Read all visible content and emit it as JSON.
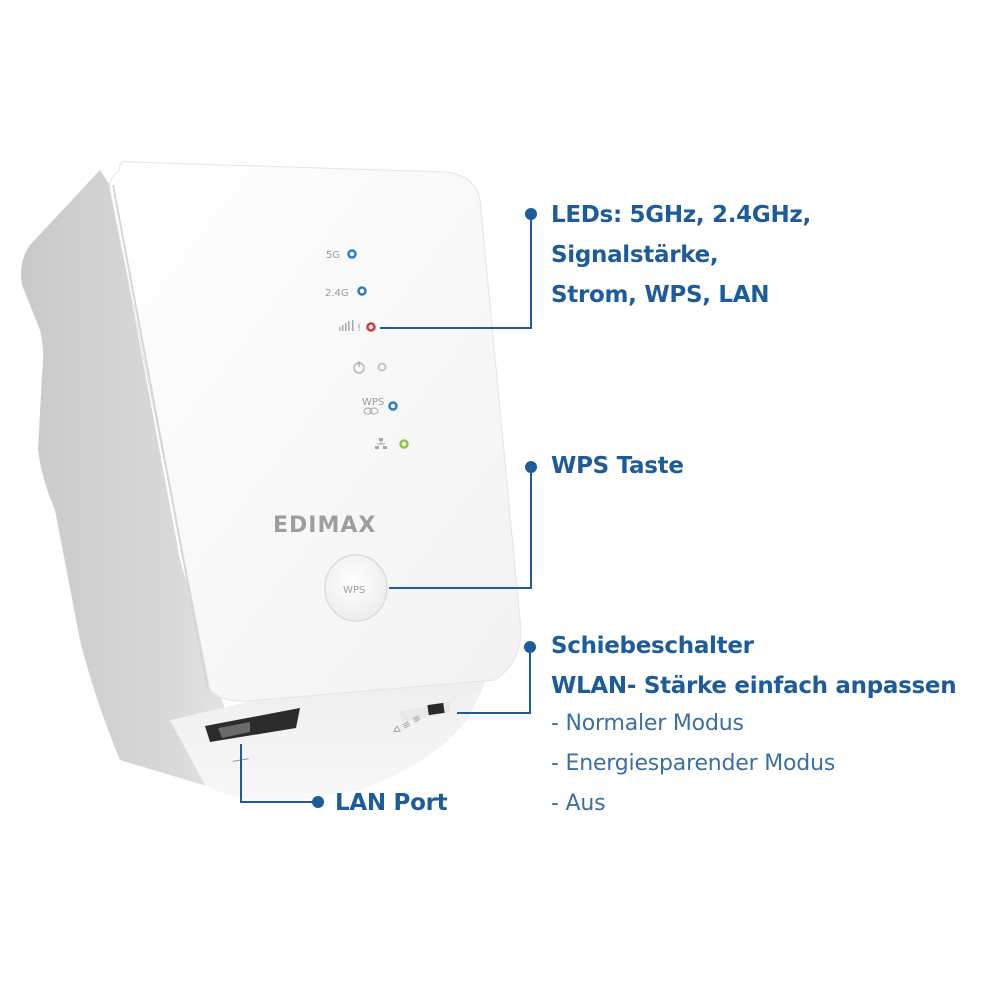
{
  "device": {
    "brand": "EDIMAX",
    "wps_button_label": "WPS",
    "leds": [
      {
        "id": "5g",
        "label": "5G",
        "icon": "text",
        "color": "#2f7cc0"
      },
      {
        "id": "2.4g",
        "label": "2.4G",
        "icon": "text",
        "color": "#2f7cc0"
      },
      {
        "id": "signal",
        "label": "",
        "icon": "signal-strength-icon",
        "color": "#d23a3a"
      },
      {
        "id": "power",
        "label": "",
        "icon": "power-icon",
        "color": "#c8c8c8"
      },
      {
        "id": "wps",
        "label": "WPS",
        "icon": "link-icon",
        "color": "#2f7cc0"
      },
      {
        "id": "lan",
        "label": "",
        "icon": "network-icon",
        "color": "#8cc63f"
      }
    ]
  },
  "callouts": {
    "leds": {
      "lines": [
        "LEDs: 5GHz, 2.4GHz,",
        "Signalstärke,",
        "Strom, WPS, LAN"
      ]
    },
    "wps": {
      "title": "WPS Taste"
    },
    "switch": {
      "lines": [
        "Schiebeschalter",
        "WLAN- Stärke einfach anpassen"
      ],
      "modes": [
        "- Normaler Modus",
        "- Energiesparender Modus",
        "- Aus"
      ]
    },
    "lan": {
      "title": "LAN Port"
    }
  },
  "colors": {
    "accent": "#1e5c99",
    "callout_line": "#1e5c99",
    "device_front": "#fbfbfb",
    "device_side": "#d4d4d4"
  }
}
